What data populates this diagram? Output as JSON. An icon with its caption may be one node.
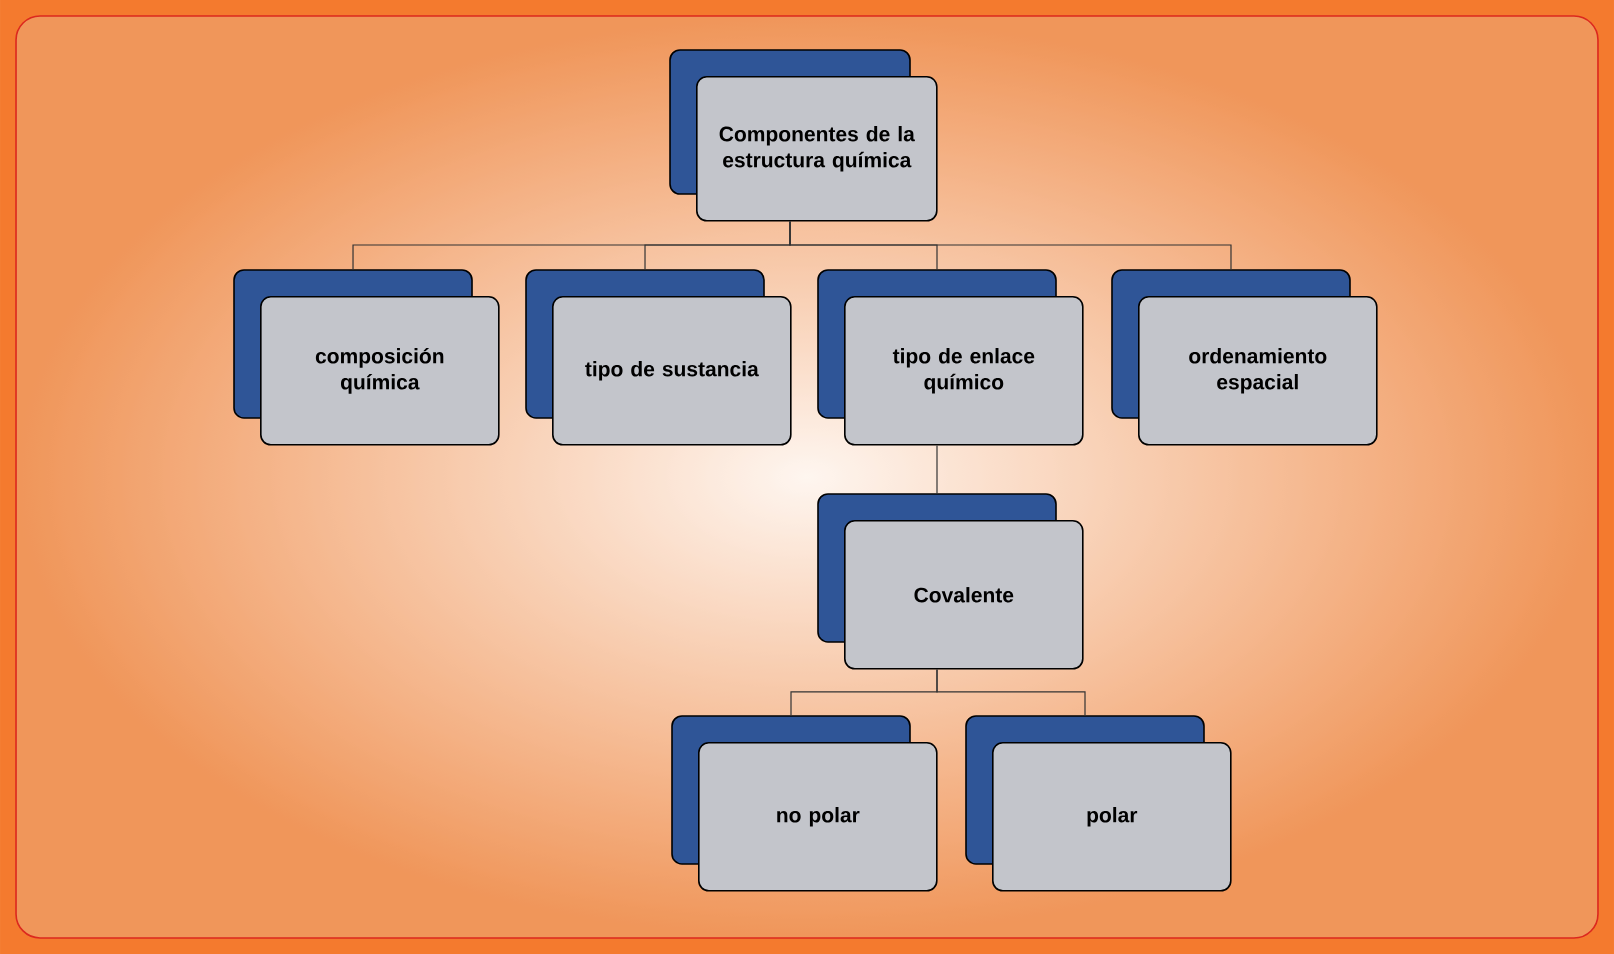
{
  "diagram": {
    "nodes": [
      {
        "text": [
          "Componentes de la estructura química"
        ]
      },
      {
        "text": [
          "composición química"
        ]
      },
      {
        "text": [
          "tipo de sustancia"
        ]
      },
      {
        "text": [
          "tipo de enlace químico"
        ]
      },
      {
        "text": [
          "ordenamiento espacial"
        ]
      },
      {
        "text": [
          "Covalente"
        ]
      },
      {
        "text": [
          "no polar"
        ]
      },
      {
        "text": [
          "polar"
        ]
      }
    ],
    "edges": [
      {
        "from": 0,
        "to": 1,
        "arrow": "none"
      },
      {
        "from": 0,
        "to": 2,
        "arrow": "none"
      },
      {
        "from": 0,
        "to": 3,
        "arrow": "none"
      },
      {
        "from": 0,
        "to": 4,
        "arrow": "none"
      },
      {
        "from": 3,
        "to": 5,
        "arrow": "none"
      },
      {
        "from": 5,
        "to": 6,
        "arrow": "none"
      },
      {
        "from": 5,
        "to": 7,
        "arrow": "none"
      }
    ]
  }
}
